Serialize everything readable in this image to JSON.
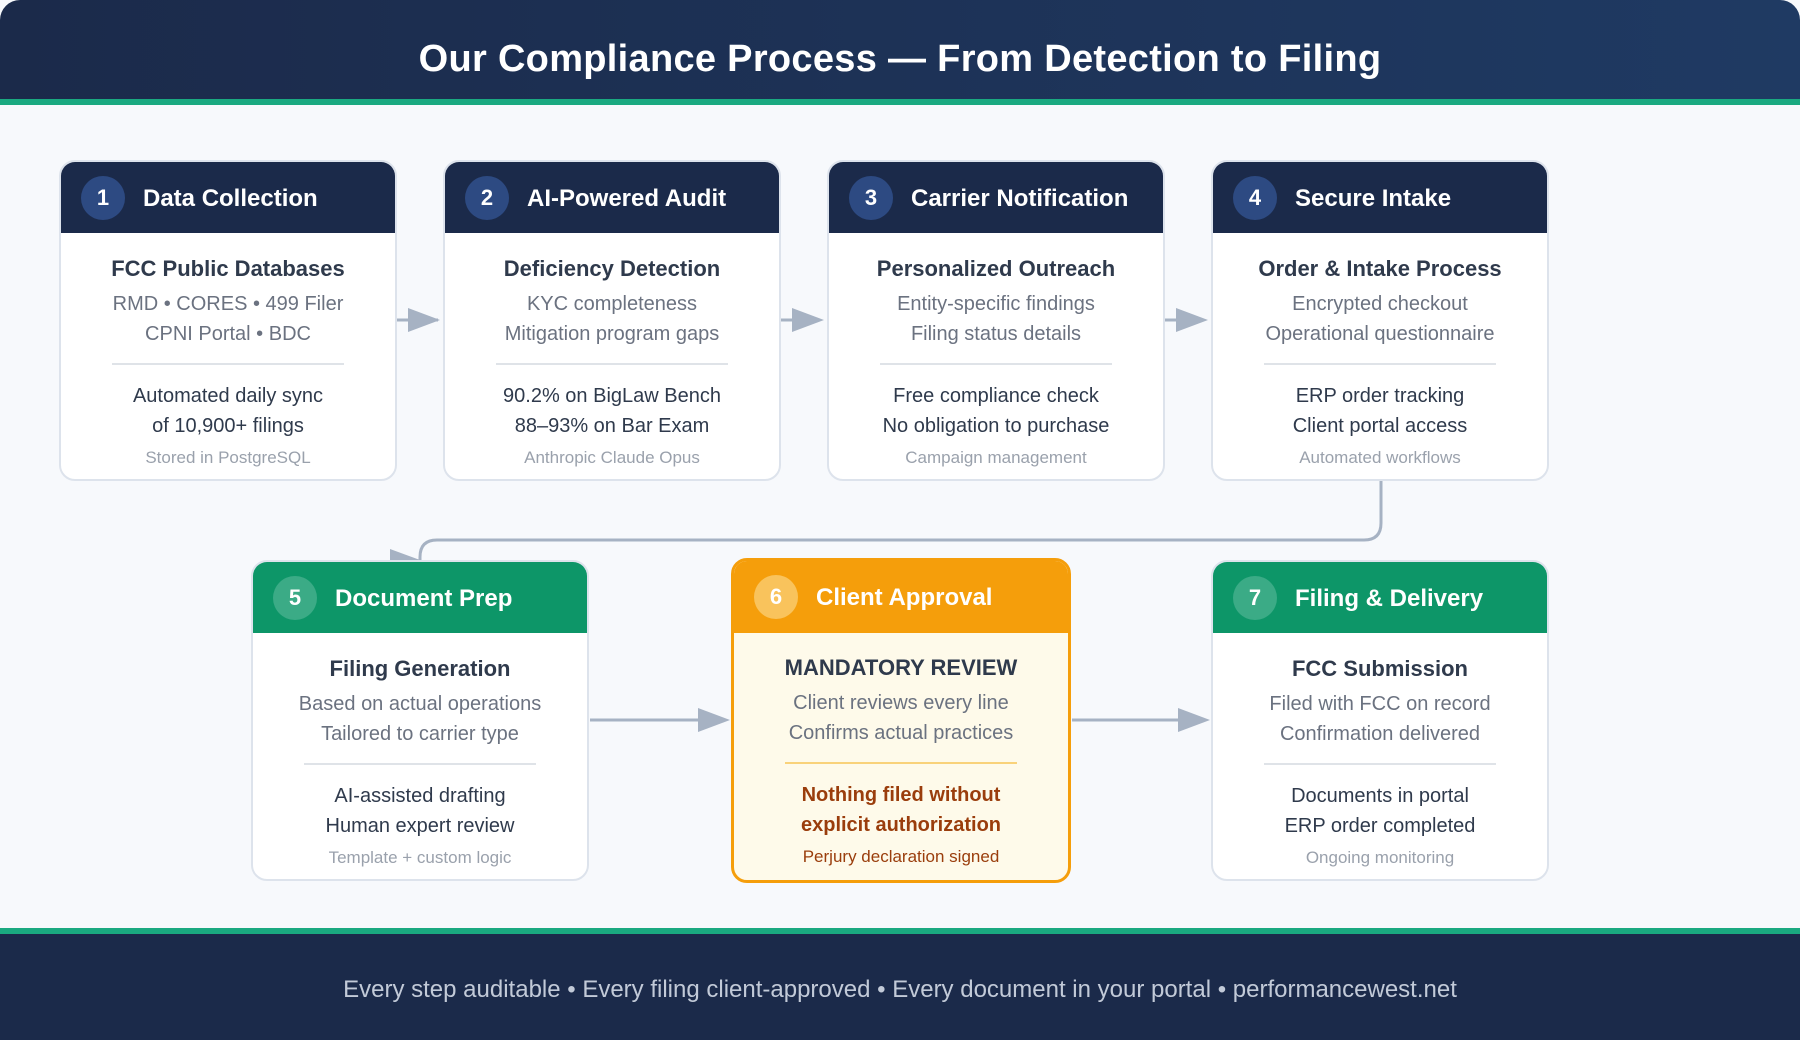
{
  "header": {
    "title": "Our Compliance Process — From Detection to Filing"
  },
  "steps": [
    {
      "number": "1",
      "title": "Data Collection",
      "subtitle": "FCC Public Databases",
      "details": [
        "RMD • CORES • 499 Filer",
        "CPNI Portal • BDC"
      ],
      "features": [
        "Automated daily sync",
        "of 10,900+ filings"
      ],
      "note": "Stored in PostgreSQL"
    },
    {
      "number": "2",
      "title": "AI-Powered Audit",
      "subtitle": "Deficiency Detection",
      "details": [
        "KYC completeness",
        "Mitigation program gaps"
      ],
      "features": [
        "90.2% on BigLaw Bench",
        "88–93% on Bar Exam"
      ],
      "note": "Anthropic Claude Opus"
    },
    {
      "number": "3",
      "title": "Carrier Notification",
      "subtitle": "Personalized Outreach",
      "details": [
        "Entity-specific findings",
        "Filing status details"
      ],
      "features": [
        "Free compliance check",
        "No obligation to purchase"
      ],
      "note": "Campaign management"
    },
    {
      "number": "4",
      "title": "Secure Intake",
      "subtitle": "Order & Intake Process",
      "details": [
        "Encrypted checkout",
        "Operational questionnaire"
      ],
      "features": [
        "ERP order tracking",
        "Client portal access"
      ],
      "note": "Automated workflows"
    },
    {
      "number": "5",
      "title": "Document Prep",
      "subtitle": "Filing Generation",
      "details": [
        "Based on actual operations",
        "Tailored to carrier type"
      ],
      "features": [
        "AI-assisted drafting",
        "Human expert review"
      ],
      "note": "Template + custom logic"
    },
    {
      "number": "6",
      "title": "Client Approval",
      "subtitle": "MANDATORY REVIEW",
      "details": [
        "Client reviews every line",
        "Confirms actual practices"
      ],
      "features": [
        "Nothing filed without",
        "explicit authorization"
      ],
      "note": "Perjury declaration signed"
    },
    {
      "number": "7",
      "title": "Filing & Delivery",
      "subtitle": "FCC Submission",
      "details": [
        "Filed with FCC on record",
        "Confirmation delivered"
      ],
      "features": [
        "Documents in portal",
        "ERP order completed"
      ],
      "note": "Ongoing monitoring"
    }
  ],
  "footer": {
    "text": "Every step auditable • Every filing client-approved • Every document in your portal • performancewest.net"
  },
  "colors": {
    "navy": "#1b2a4a",
    "green": "#0d9668",
    "amber": "#f59e0b",
    "accent": "#1aa980",
    "arrow": "#a6b2c3"
  }
}
